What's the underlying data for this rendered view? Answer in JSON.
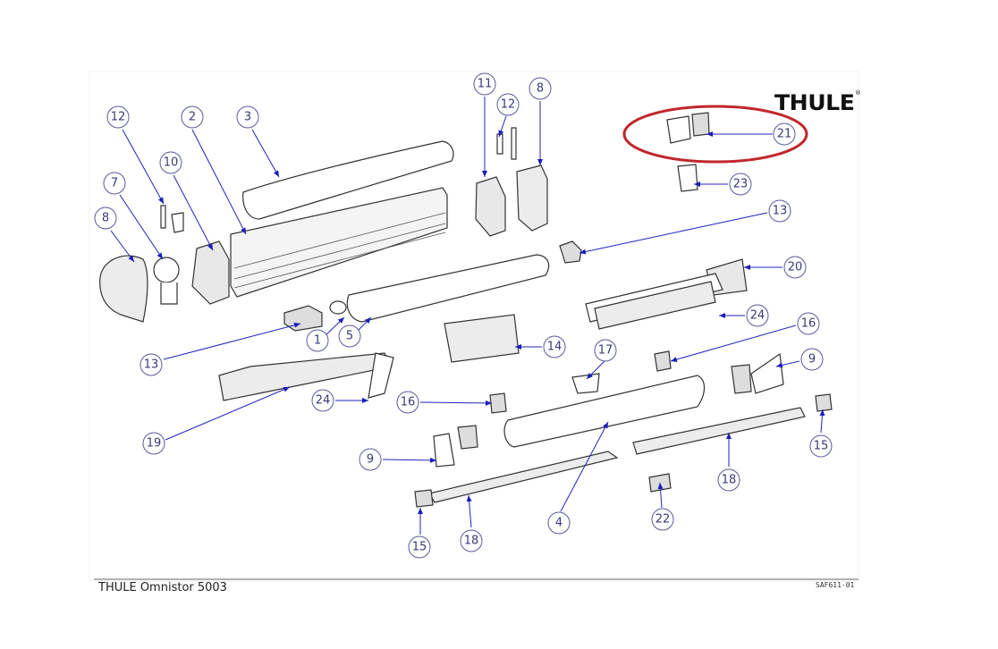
{
  "brand": {
    "name": "THULE",
    "registered_mark": "®"
  },
  "footer": {
    "title": "THULE Omnistor 5003",
    "code": "SAF611-01"
  },
  "callouts": [
    {
      "id": "c-12a",
      "label": "12"
    },
    {
      "id": "c-2",
      "label": "2"
    },
    {
      "id": "c-3",
      "label": "3"
    },
    {
      "id": "c-10",
      "label": "10"
    },
    {
      "id": "c-7",
      "label": "7"
    },
    {
      "id": "c-8a",
      "label": "8"
    },
    {
      "id": "c-11",
      "label": "11"
    },
    {
      "id": "c-12b",
      "label": "12"
    },
    {
      "id": "c-8b",
      "label": "8"
    },
    {
      "id": "c-21",
      "label": "21"
    },
    {
      "id": "c-23",
      "label": "23"
    },
    {
      "id": "c-13a",
      "label": "13"
    },
    {
      "id": "c-20",
      "label": "20"
    },
    {
      "id": "c-24a",
      "label": "24"
    },
    {
      "id": "c-16a",
      "label": "16"
    },
    {
      "id": "c-9a",
      "label": "9"
    },
    {
      "id": "c-1",
      "label": "1"
    },
    {
      "id": "c-5",
      "label": "5"
    },
    {
      "id": "c-13b",
      "label": "13"
    },
    {
      "id": "c-14",
      "label": "14"
    },
    {
      "id": "c-17",
      "label": "17"
    },
    {
      "id": "c-24b",
      "label": "24"
    },
    {
      "id": "c-16b",
      "label": "16"
    },
    {
      "id": "c-19",
      "label": "19"
    },
    {
      "id": "c-9b",
      "label": "9"
    },
    {
      "id": "c-15a",
      "label": "15"
    },
    {
      "id": "c-18a",
      "label": "18"
    },
    {
      "id": "c-4",
      "label": "4"
    },
    {
      "id": "c-22",
      "label": "22"
    },
    {
      "id": "c-18b",
      "label": "18"
    },
    {
      "id": "c-15b",
      "label": "15"
    }
  ],
  "colors": {
    "callout_stroke": "#5a5a9a",
    "leader": "#2222bb",
    "part_stroke": "#333333",
    "highlight_ring": "#c0272d"
  }
}
